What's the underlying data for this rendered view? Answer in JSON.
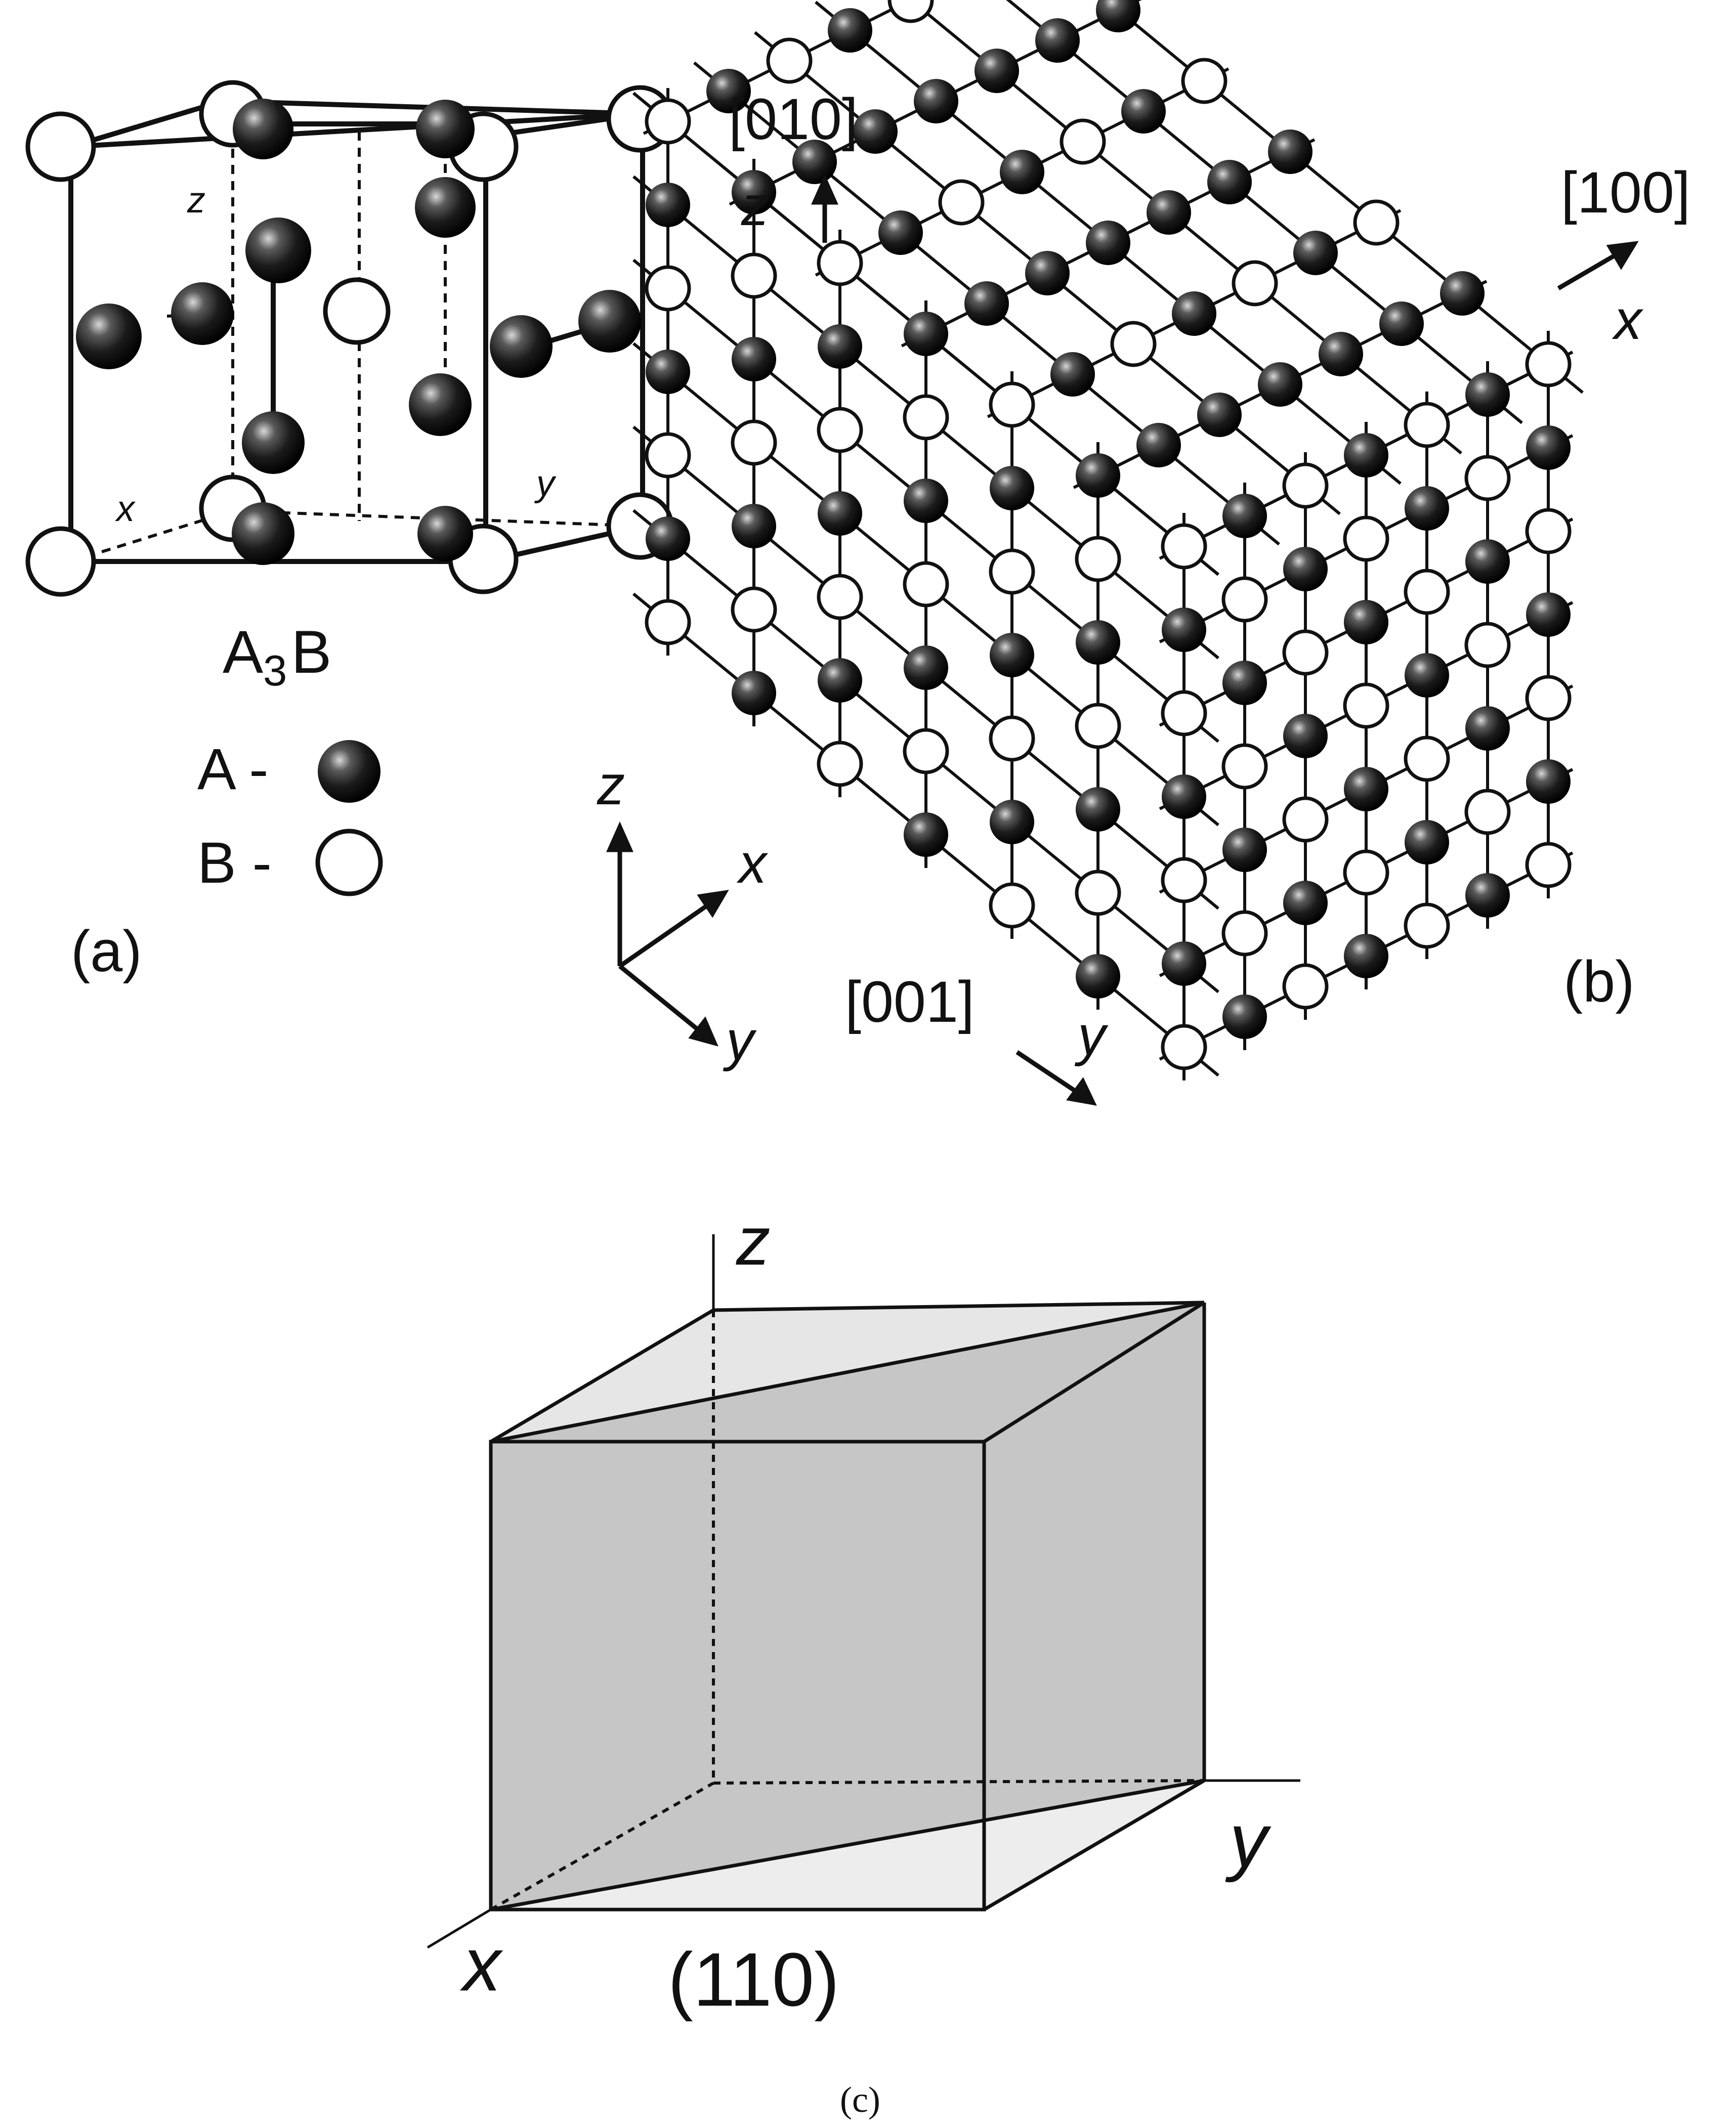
{
  "panel_a": {
    "axis_z": "z",
    "axis_x": "x",
    "axis_y": "y",
    "formula_main": "A",
    "formula_sub": "3",
    "formula_tail": "B",
    "legend_a": "A -",
    "legend_b": "B -",
    "panel_label": "(a)"
  },
  "panel_b": {
    "dir_010": "[010]",
    "dir_100": "[100]",
    "dir_001": "[001]",
    "axis_z_top": "z",
    "axis_x_right": "x",
    "axis_y_bottom": "y",
    "triad_z": "z",
    "triad_x": "x",
    "triad_y": "y",
    "panel_label": "(b)"
  },
  "panel_c": {
    "axis_z": "z",
    "axis_x": "x",
    "axis_y": "y",
    "plane_label": "(110)",
    "caption": "(c)"
  },
  "colors": {
    "axis_z": "#1a3cf0",
    "axis_z_c": "#7a2cf0",
    "axis_x": "#1f8a3c",
    "axis_y": "#e01010",
    "atom_a": "#1b1b1b",
    "atom_b": "#ffffff",
    "plane_fill": "#c6c6c6"
  }
}
